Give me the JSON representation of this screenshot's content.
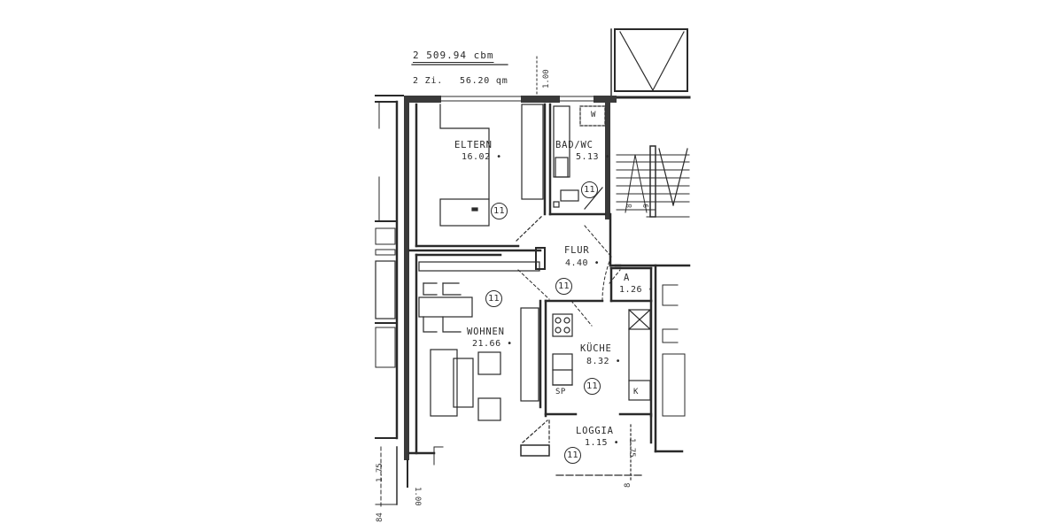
{
  "header": {
    "volume": "2 509.94 cbm",
    "rooms_count": "2 Zi.",
    "total_area": "56.20 qm"
  },
  "rooms": [
    {
      "id": "eltern",
      "name": "ELTERN",
      "area": "16.02 •",
      "unit": "11"
    },
    {
      "id": "bad_wc",
      "name": "BAD/WC",
      "area": "5.13 •",
      "unit": "11",
      "fixture_label": "W"
    },
    {
      "id": "flur",
      "name": "FLUR",
      "area": "4.40 •",
      "unit": "11"
    },
    {
      "id": "abstell",
      "name": "A",
      "area": "1.26 •"
    },
    {
      "id": "wohnen",
      "name": "WOHNEN",
      "area": "21.66 •",
      "unit": "11"
    },
    {
      "id": "kueche",
      "name": "KÜCHE",
      "area": "8.32 •",
      "unit": "11",
      "fixture_labels": [
        "SP",
        "K"
      ]
    },
    {
      "id": "loggia",
      "name": "LOGGIA",
      "area": "1.15 •",
      "unit": "11"
    }
  ],
  "dimensions": {
    "top_wall": "1.00",
    "bottom_left_depth": "1.75",
    "bottom_wall": "1.00",
    "loggia_depth": "1.75",
    "left_marker": "84",
    "loggia_marker": "8"
  },
  "stair_labels": [
    "8",
    "9"
  ],
  "colors": {
    "ink": "#2a2a2a",
    "paper": "#ffffff",
    "wall_fill": "#3a3a3a"
  }
}
